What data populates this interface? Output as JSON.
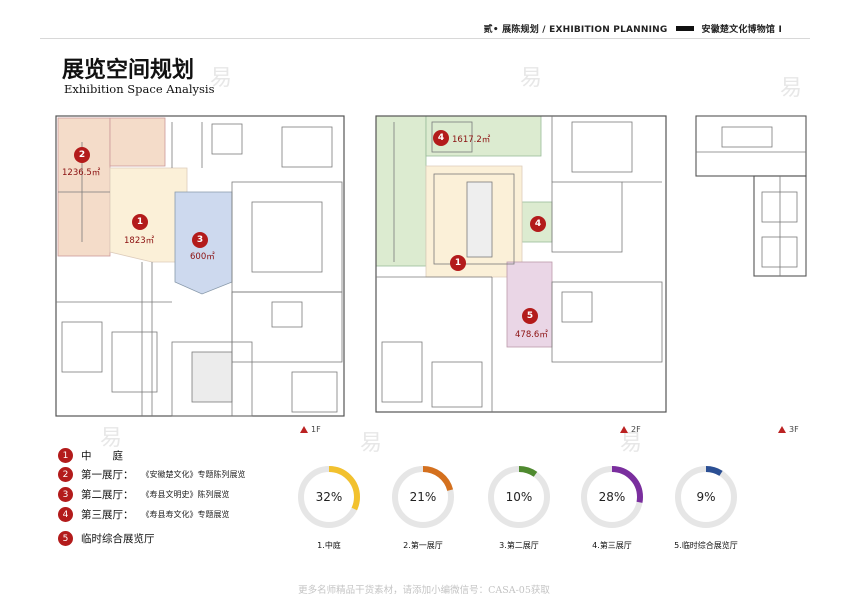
{
  "header": {
    "section": "贰• 展陈规划 /  EXHIBITION PLANNING",
    "project": "安徽楚文化博物馆 I"
  },
  "title": {
    "cn": "展览空间规划",
    "en": "Exhibition Space Analysis"
  },
  "floors": {
    "f1": "1F",
    "f2": "2F",
    "f3": "3F"
  },
  "plan1": {
    "markers": [
      {
        "num": "2",
        "area": "1236.5㎡"
      },
      {
        "num": "1",
        "area": "1823㎡"
      },
      {
        "num": "3",
        "area": "600㎡"
      }
    ]
  },
  "plan2": {
    "markers": [
      {
        "num": "4",
        "area": "1617.2㎡"
      },
      {
        "num": "4",
        "area": ""
      },
      {
        "num": "1",
        "area": ""
      },
      {
        "num": "5",
        "area": "478.6㎡"
      }
    ]
  },
  "legend": [
    {
      "num": "1",
      "name": "中　　庭",
      "desc": ""
    },
    {
      "num": "2",
      "name": "第一展厅：",
      "desc": "《安徽楚文化》专题陈列展览"
    },
    {
      "num": "3",
      "name": "第二展厅：",
      "desc": "《寿县文明史》陈列展览"
    },
    {
      "num": "4",
      "name": "第三展厅：",
      "desc": "《寿县寿文化》专题展览"
    },
    {
      "num": "5",
      "name": "临时综合展览厅",
      "desc": ""
    }
  ],
  "donuts": [
    {
      "pct_text": "32%",
      "value": 32,
      "color": "#f2c12e",
      "label": "1.中庭"
    },
    {
      "pct_text": "21%",
      "value": 21,
      "color": "#d4701e",
      "label": "2.第一展厅"
    },
    {
      "pct_text": "10%",
      "value": 10,
      "color": "#4f8a2f",
      "label": "3.第二展厅"
    },
    {
      "pct_text": "28%",
      "value": 28,
      "color": "#7a2e9e",
      "label": "4.第三展厅"
    },
    {
      "pct_text": "9%",
      "value": 9,
      "color": "#2b4f94",
      "label": "5.临时综合展览厅"
    }
  ],
  "footer": "更多名师精品干货素材，请添加小编微信号：CASA-05获取",
  "watermark": "易"
}
